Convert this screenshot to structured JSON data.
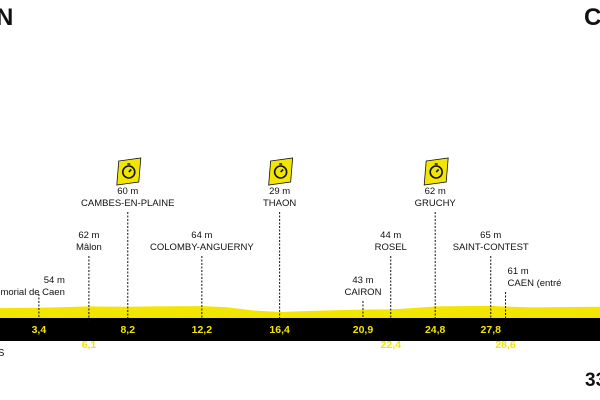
{
  "stage": {
    "start": "N",
    "finish": "CA",
    "finish_distance": "33",
    "under_label": "OS"
  },
  "chart_data": {
    "type": "area",
    "title": "",
    "xlabel": "",
    "ylabel": "",
    "xlim": [
      1.3,
      33.7
    ],
    "colors": {
      "terrain": "#f2e500",
      "band": "#000000",
      "km_labels": "#f2e500",
      "text": "#111111"
    },
    "profile": {
      "km": [
        1.3,
        2.5,
        3.4,
        4.5,
        6.1,
        7.0,
        8.2,
        9.5,
        10.8,
        12.2,
        13.5,
        15.0,
        16.4,
        17.5,
        18.8,
        20.0,
        20.9,
        21.8,
        22.4,
        23.6,
        24.8,
        26.2,
        27.8,
        28.6,
        30.0,
        31.5,
        33.7
      ],
      "elevation_m": [
        52,
        53,
        54,
        57,
        62,
        61,
        60,
        62,
        63,
        64,
        58,
        38,
        29,
        33,
        38,
        41,
        43,
        44,
        44,
        52,
        62,
        64,
        65,
        61,
        56,
        58,
        60
      ]
    },
    "points": [
      {
        "name": "morial de Caen",
        "km": 3.4,
        "elevation": "54 m",
        "km_label": "3,4",
        "sprint": false,
        "km_row": "top"
      },
      {
        "name": "Mâlon",
        "km": 6.1,
        "elevation": "62 m",
        "km_label": "6,1",
        "sprint": false,
        "km_row": "bottom"
      },
      {
        "name": "CAMBES-EN-PLAINE",
        "km": 8.2,
        "elevation": "60 m",
        "km_label": "8,2",
        "sprint": true,
        "km_row": "top"
      },
      {
        "name": "COLOMBY-ANGUERNY",
        "km": 12.2,
        "elevation": "64 m",
        "km_label": "12,2",
        "sprint": false,
        "km_row": "top"
      },
      {
        "name": "THAON",
        "km": 16.4,
        "elevation": "29 m",
        "km_label": "16,4",
        "sprint": true,
        "km_row": "top"
      },
      {
        "name": "CAIRON",
        "km": 20.9,
        "elevation": "43 m",
        "km_label": "20,9",
        "sprint": false,
        "km_row": "top"
      },
      {
        "name": "ROSEL",
        "km": 22.4,
        "elevation": "44 m",
        "km_label": "22,4",
        "sprint": false,
        "km_row": "bottom"
      },
      {
        "name": "GRUCHY",
        "km": 24.8,
        "elevation": "62 m",
        "km_label": "24,8",
        "sprint": true,
        "km_row": "top"
      },
      {
        "name": "SAINT-CONTEST",
        "km": 27.8,
        "elevation": "65 m",
        "km_label": "27,8",
        "sprint": false,
        "km_row": "top"
      },
      {
        "name": "CAEN (entré",
        "km": 28.6,
        "elevation": "61 m",
        "km_label": "28,6",
        "sprint": false,
        "km_row": "bottom"
      }
    ]
  }
}
